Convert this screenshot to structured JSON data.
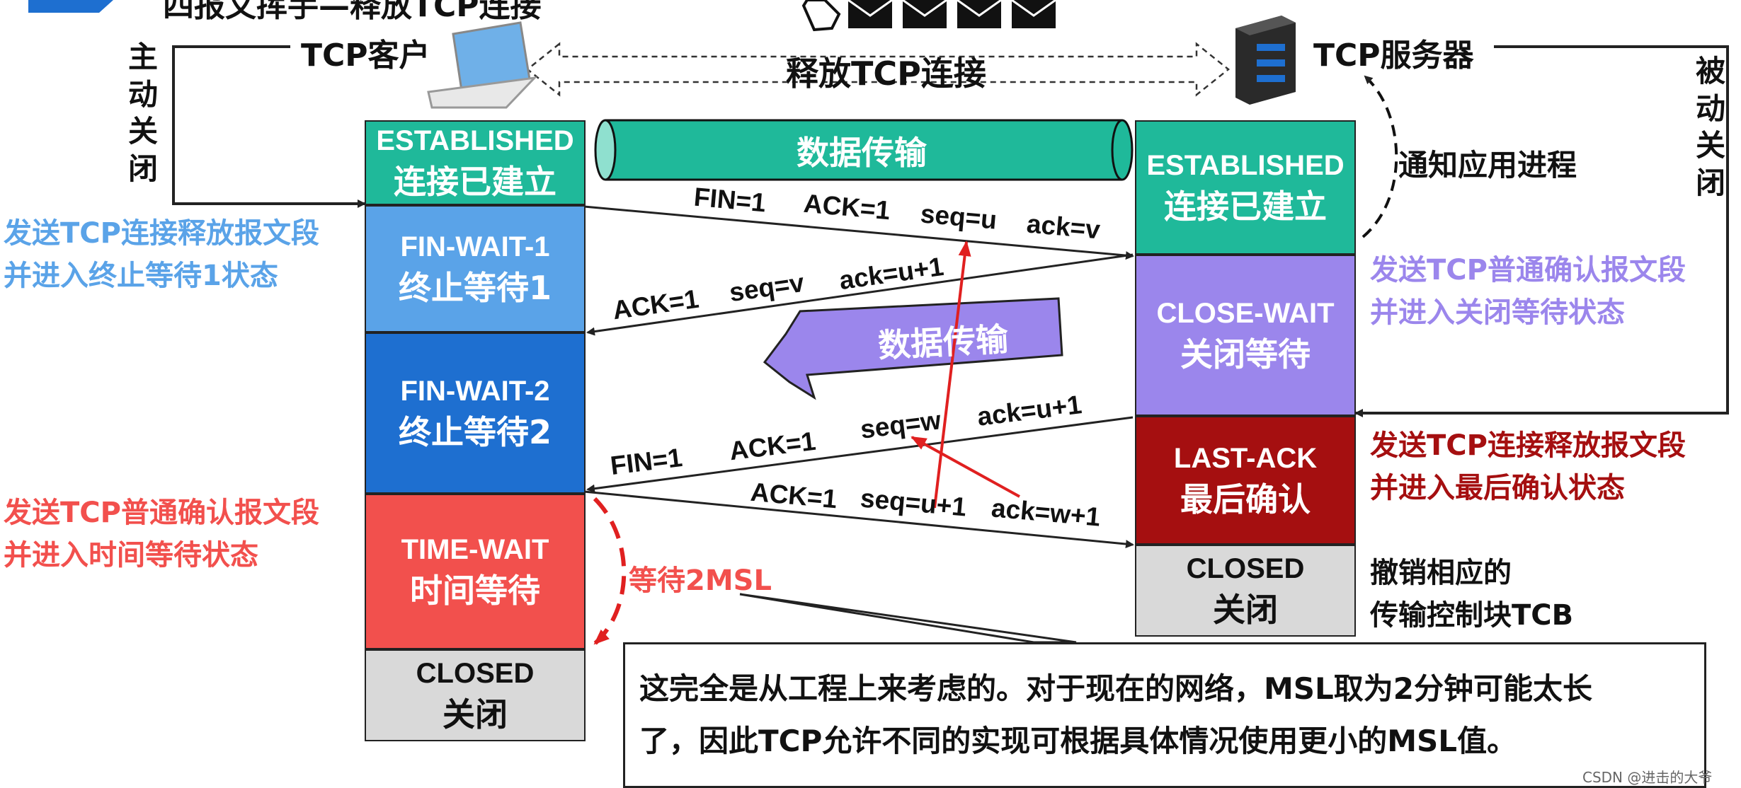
{
  "title_fragment": "四报文挥手—释放TCP连接",
  "client_label": "TCP客户",
  "server_label": "TCP服务器",
  "release_label": "释放TCP连接",
  "active_close": "主动关闭",
  "passive_close": "被动关闭",
  "notify_app": "通知应用进程",
  "data_transfer_1": "数据传输",
  "data_transfer_2": "数据传输",
  "client_states": [
    {
      "en": "ESTABLISHED",
      "zh": "连接已建立",
      "color": "#1fb99a"
    },
    {
      "en": "FIN-WAIT-1",
      "zh": "终止等待1",
      "color": "#5aa3e8"
    },
    {
      "en": "FIN-WAIT-2",
      "zh": "终止等待2",
      "color": "#1e6fd0"
    },
    {
      "en": "TIME-WAIT",
      "zh": "时间等待",
      "color": "#f2504d"
    },
    {
      "en": "CLOSED",
      "zh": "关闭",
      "color": "#d9d9d9"
    }
  ],
  "server_states": [
    {
      "en": "ESTABLISHED",
      "zh": "连接已建立",
      "color": "#1fb99a"
    },
    {
      "en": "CLOSE-WAIT",
      "zh": "关闭等待",
      "color": "#9b86ec"
    },
    {
      "en": "LAST-ACK",
      "zh": "最后确认",
      "color": "#a50f10"
    },
    {
      "en": "CLOSED",
      "zh": "关闭",
      "color": "#d9d9d9"
    }
  ],
  "messages": {
    "m1": [
      "FIN=1",
      "ACK=1",
      "seq=u",
      "ack=v"
    ],
    "m2": [
      "ACK=1",
      "seq=v",
      "ack=u+1"
    ],
    "m3": [
      "FIN=1",
      "ACK=1",
      "seq=w",
      "ack=u+1"
    ],
    "m4": [
      "ACK=1",
      "seq=u+1",
      "ack=w+1"
    ]
  },
  "notes": {
    "client_fin": [
      "发送TCP连接释放报文段",
      "并进入终止等待1状态"
    ],
    "client_ack": [
      "发送TCP普通确认报文段",
      "并进入时间等待状态"
    ],
    "server_ack": [
      "发送TCP普通确认报文段",
      "并进入关闭等待状态"
    ],
    "server_fin": [
      "发送TCP连接释放报文段",
      "并进入最后确认状态"
    ],
    "server_closed": [
      "撤销相应的",
      "传输控制块TCB"
    ],
    "wait_2msl": "等待2MSL"
  },
  "callout_lines": [
    "这完全是从工程上来考虑的。对于现在的网络，MSL取为2分钟可能太长",
    "了，因此TCP允许不同的实现可根据具体情况使用更小的MSL值。"
  ],
  "watermark": "CSDN @进击的大爷",
  "colors": {
    "blue_note": "#5aa3e8",
    "red_note": "#f2504d",
    "purple_note": "#9b86ec",
    "darkred_note": "#a50f10",
    "arrow_red": "#e02020"
  }
}
